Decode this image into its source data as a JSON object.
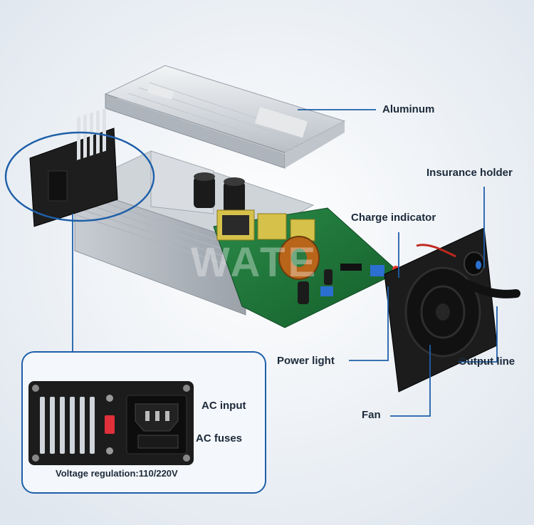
{
  "labels": {
    "aluminum": "Aluminum",
    "insurance_holder": "Insurance holder",
    "charge_indicator": "Charge indicator",
    "power_light": "Power light",
    "output_line": "Output line",
    "fan": "Fan",
    "ac_input": "AC input",
    "ac_fuses": "AC fuses",
    "voltage_regulation": "Voltage regulation:110/220V"
  },
  "watermark": "WATE",
  "colors": {
    "leader_line": "#1e5fa8",
    "label_text": "#1c2a3a",
    "pcb": "#1f7a3a",
    "aluminum": "#d4d8dc",
    "panel_black": "#1a1a1a"
  }
}
